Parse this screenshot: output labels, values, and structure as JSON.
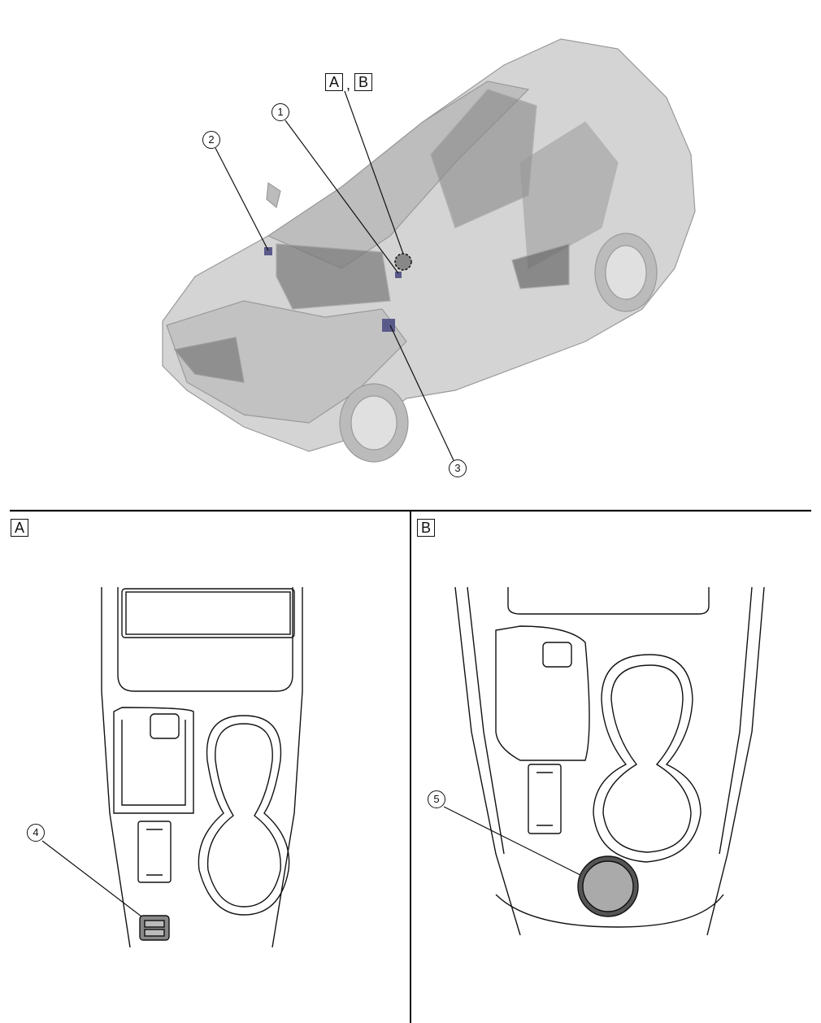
{
  "overview": {
    "callouts": [
      "1",
      "2",
      "3"
    ],
    "view_refs": [
      "A",
      "B"
    ],
    "view_ref_separator": ","
  },
  "detail_a": {
    "label": "A",
    "callout": "4"
  },
  "detail_b": {
    "label": "B",
    "callout": "5"
  },
  "colors": {
    "car_body": "#c8c8c8",
    "component": "#5a5a8a",
    "line": "#111111"
  }
}
